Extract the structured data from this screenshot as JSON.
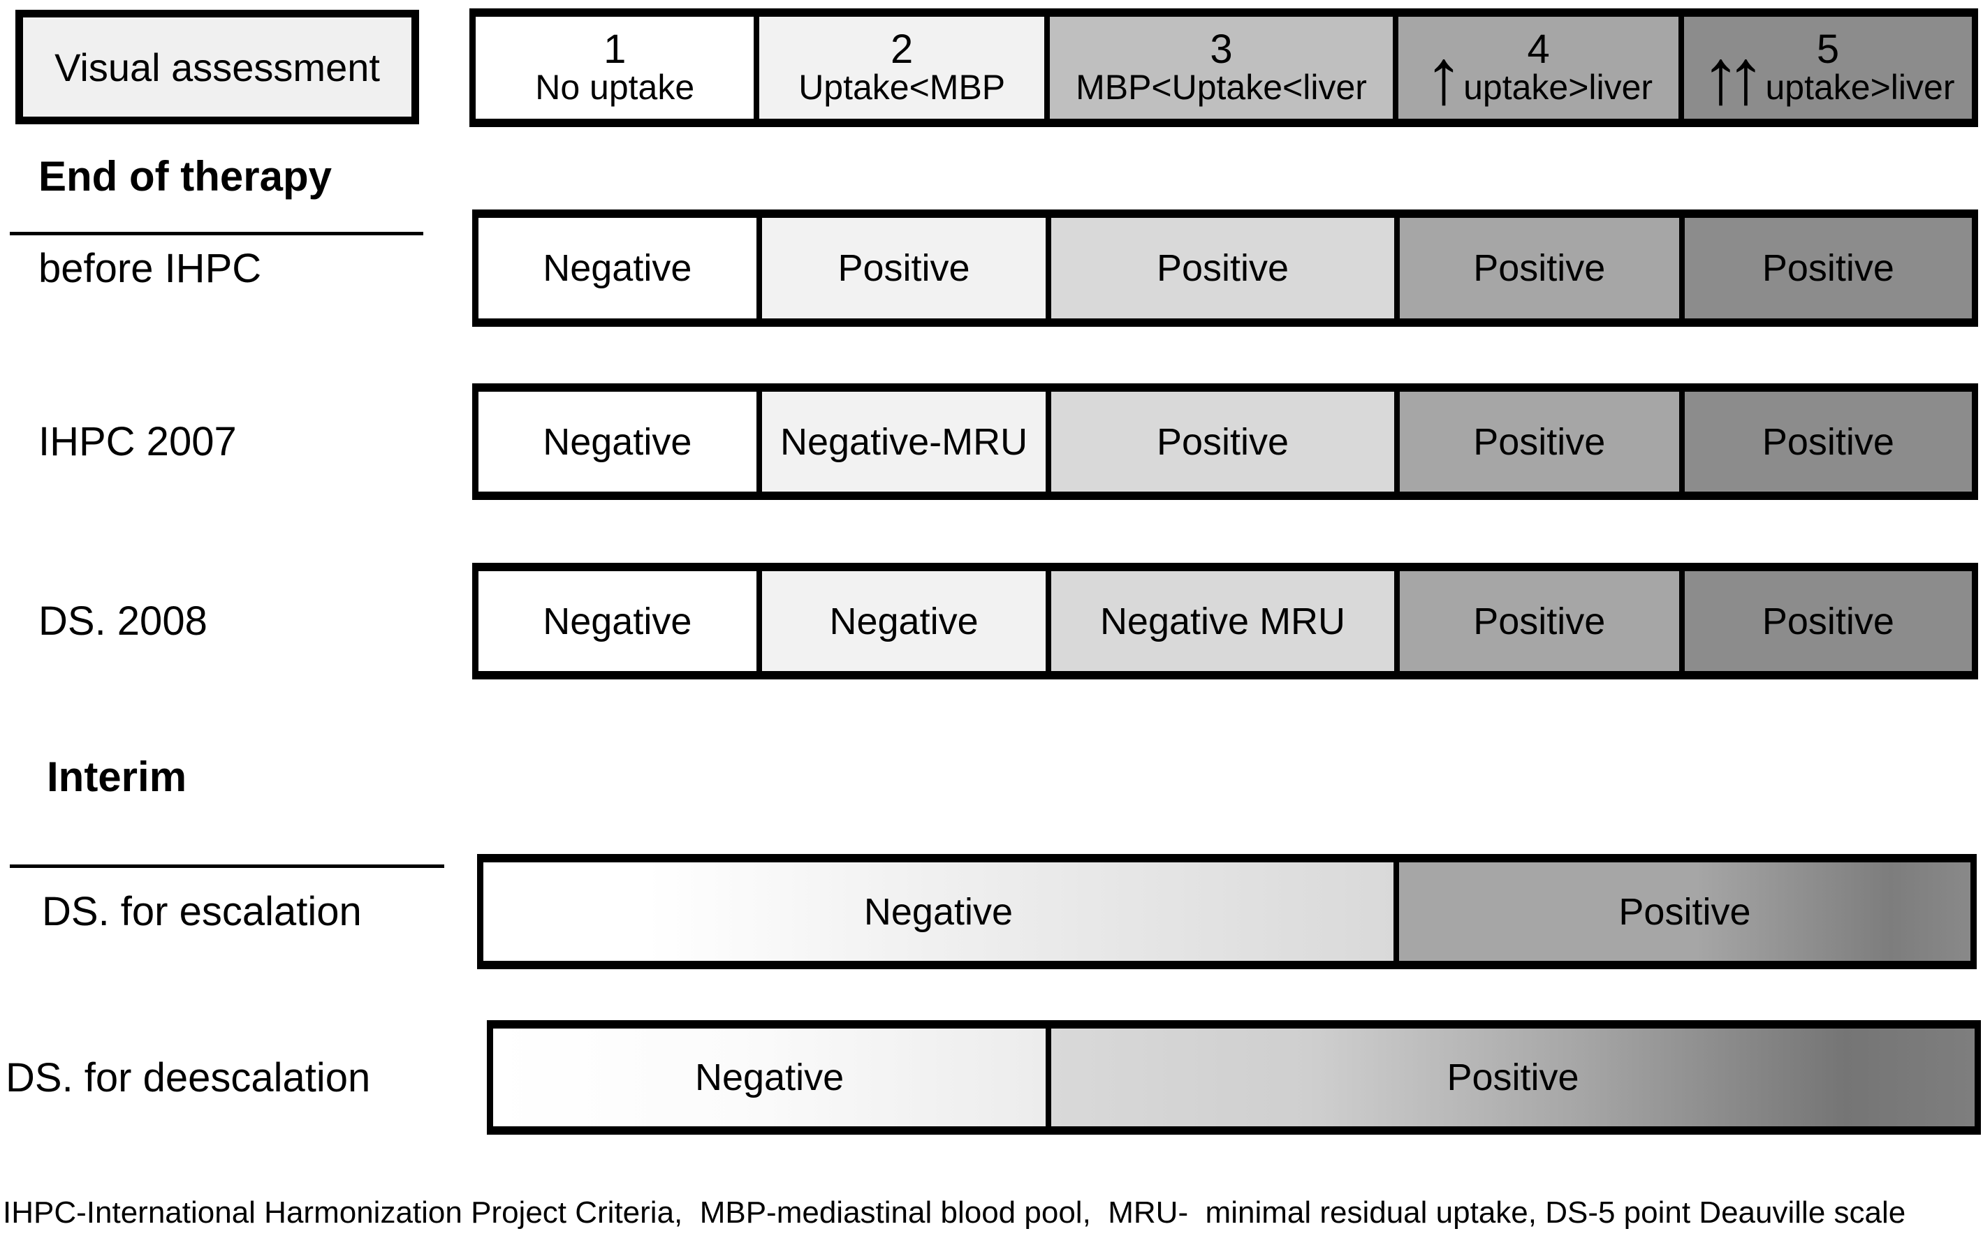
{
  "visual_assessment": {
    "label": "Visual assessment"
  },
  "icons": {
    "up_arrow": "↑"
  },
  "colors": {
    "background": "#ffffff",
    "border": "#000000",
    "va_box_bg": "#f0f0f0",
    "score1": "#ffffff",
    "score2": "#f2f2f2",
    "score3_header": "#bfbfbf",
    "score3_row": "#d9d9d9",
    "score4": "#a6a6a6",
    "score5": "#8c8c8c",
    "esc_negative_gradient": "linear-gradient(to right, #ffffff 0%, #ffffff 18%, #ebebeb 60%, #d9d9d9 100%)",
    "esc_positive_gradient": "linear-gradient(to right, #a6a6a6 0%, #a6a6a6 52%, #7d7d7d 86%, #898989 100%)",
    "deesc_negative_gradient": "linear-gradient(to right, #ffffff 0%, #fbfbfb 45%, #ececec 100%)",
    "deesc_positive_gradient": "linear-gradient(to right, #d9d9d9 0%, #cfcfcf 28%, #a5a5a5 58%, #757575 86%, #7e7e7e 100%)"
  },
  "scale_header": {
    "columns": [
      {
        "number": "1",
        "label": "No uptake",
        "arrows": 0,
        "bg": "#ffffff"
      },
      {
        "number": "2",
        "label": "Uptake<MBP",
        "arrows": 0,
        "bg": "#f2f2f2"
      },
      {
        "number": "3",
        "label": "MBP<Uptake<liver",
        "arrows": 0,
        "bg": "#bfbfbf"
      },
      {
        "number": "4",
        "label": "uptake>liver",
        "arrows": 1,
        "bg": "#a6a6a6"
      },
      {
        "number": "5",
        "label": "uptake>liver",
        "arrows": 2,
        "bg": "#8c8c8c"
      }
    ]
  },
  "sections": {
    "end_of_therapy": {
      "title": "End of therapy"
    },
    "interim": {
      "title": "Interim"
    }
  },
  "eot_rows": [
    {
      "label": "before IHPC",
      "cells": [
        {
          "text": "Negative",
          "bg": "#ffffff"
        },
        {
          "text": "Positive",
          "bg": "#f2f2f2"
        },
        {
          "text": "Positive",
          "bg": "#d9d9d9"
        },
        {
          "text": "Positive",
          "bg": "#a6a6a6"
        },
        {
          "text": "Positive",
          "bg": "#8c8c8c"
        }
      ]
    },
    {
      "label": "IHPC 2007",
      "cells": [
        {
          "text": "Negative",
          "bg": "#ffffff"
        },
        {
          "text": "Negative-MRU",
          "bg": "#f2f2f2"
        },
        {
          "text": "Positive",
          "bg": "#d9d9d9"
        },
        {
          "text": "Positive",
          "bg": "#a6a6a6"
        },
        {
          "text": "Positive",
          "bg": "#8c8c8c"
        }
      ]
    },
    {
      "label": "DS. 2008",
      "cells": [
        {
          "text": "Negative",
          "bg": "#ffffff"
        },
        {
          "text": "Negative",
          "bg": "#f2f2f2"
        },
        {
          "text": "Negative MRU",
          "bg": "#d9d9d9"
        },
        {
          "text": "Positive",
          "bg": "#a6a6a6"
        },
        {
          "text": "Positive",
          "bg": "#8c8c8c"
        }
      ]
    }
  ],
  "interim_rows": [
    {
      "label": "DS. for escalation",
      "cells": [
        {
          "text": "Negative",
          "bg": "linear-gradient(to right, #ffffff 0%, #ffffff 18%, #ebebeb 60%, #d9d9d9 100%)"
        },
        {
          "text": "Positive",
          "bg": "linear-gradient(to right, #a6a6a6 0%, #a6a6a6 52%, #7d7d7d 86%, #898989 100%)"
        }
      ]
    },
    {
      "label": "DS. for deescalation",
      "cells": [
        {
          "text": "Negative",
          "bg": "linear-gradient(to right, #ffffff 0%, #fbfbfb 45%, #ececec 100%)"
        },
        {
          "text": "Positive",
          "bg": "linear-gradient(to right, #d9d9d9 0%, #cfcfcf 28%, #a5a5a5 58%, #757575 86%, #7e7e7e 100%)"
        }
      ]
    }
  ],
  "footer": {
    "text": "IHPC-International Harmonization Project Criteria,  MBP-mediastinal blood pool,  MRU-  minimal residual uptake, DS-5 point Deauville scale"
  }
}
